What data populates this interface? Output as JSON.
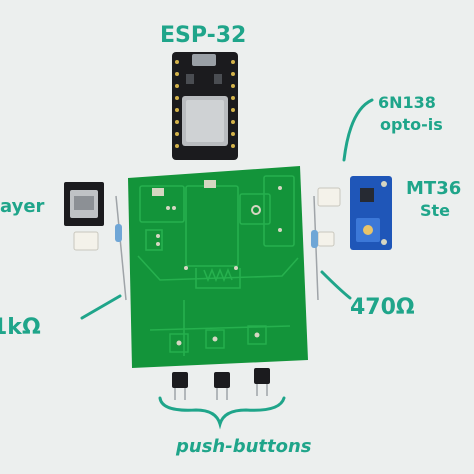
{
  "labels": {
    "esp32": "ESP-32",
    "optocoupler_line1": "6N138",
    "optocoupler_line2": "opto-is",
    "booster_line1": "MT36",
    "booster_line2": "Ste",
    "player": "ayer",
    "resistor_left": "1kΩ",
    "resistor_right": "470Ω",
    "push_buttons": "push-buttons"
  },
  "colors": {
    "background": "#ecefee",
    "ink": "#1fa58a",
    "pcb": "#13943a",
    "pcb_trace": "#26b04e",
    "module_black": "#1b1b1e",
    "stepup_blue": "#1f56b8"
  }
}
